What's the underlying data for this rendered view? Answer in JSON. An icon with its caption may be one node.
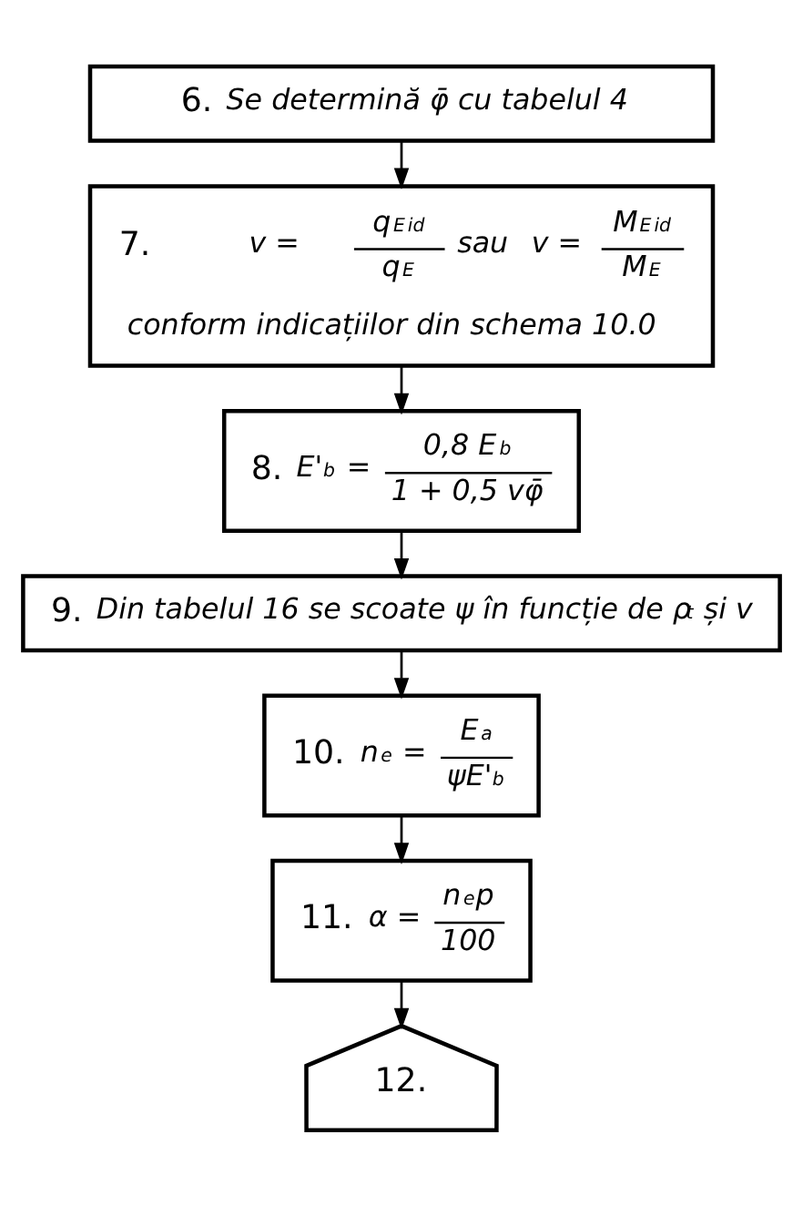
{
  "diagram": {
    "nodes": [
      {
        "text": [
          "6.",
          "Se determină φ̄ cu tabelul 4"
        ]
      },
      {
        "text": [
          "7.",
          "v =",
          "q$^{E}$$_{id}$",
          "q$^{E}$",
          "sau",
          "v =",
          "M$^{E}$$_{id}$",
          "M$^{E}$",
          "conform indicațiilor din schema 10.0"
        ]
      },
      {
        "text": [
          "8.",
          "E'$_{b}$ =",
          "0,8 E$_{b}$",
          "1 + 0,5 vφ̄"
        ]
      },
      {
        "text": [
          "9.",
          "Din tabelul 16 se scoate ψ în funcție de ρ$_{t}$ și v"
        ]
      },
      {
        "text": [
          "10.",
          "n$_{e}$ =",
          "E$_{a}$",
          "ψE'$_{b}$"
        ]
      },
      {
        "text": [
          "11.",
          "α =",
          "n$_{e}$p",
          "100"
        ]
      },
      {
        "text": [
          "12."
        ]
      }
    ],
    "edges": [
      {
        "from": 0,
        "to": 1,
        "arrow": "to"
      },
      {
        "from": 1,
        "to": 2,
        "arrow": "to"
      },
      {
        "from": 2,
        "to": 3,
        "arrow": "to"
      },
      {
        "from": 3,
        "to": 4,
        "arrow": "to"
      },
      {
        "from": 4,
        "to": 5,
        "arrow": "to"
      },
      {
        "from": 5,
        "to": 6,
        "arrow": "to"
      }
    ]
  }
}
